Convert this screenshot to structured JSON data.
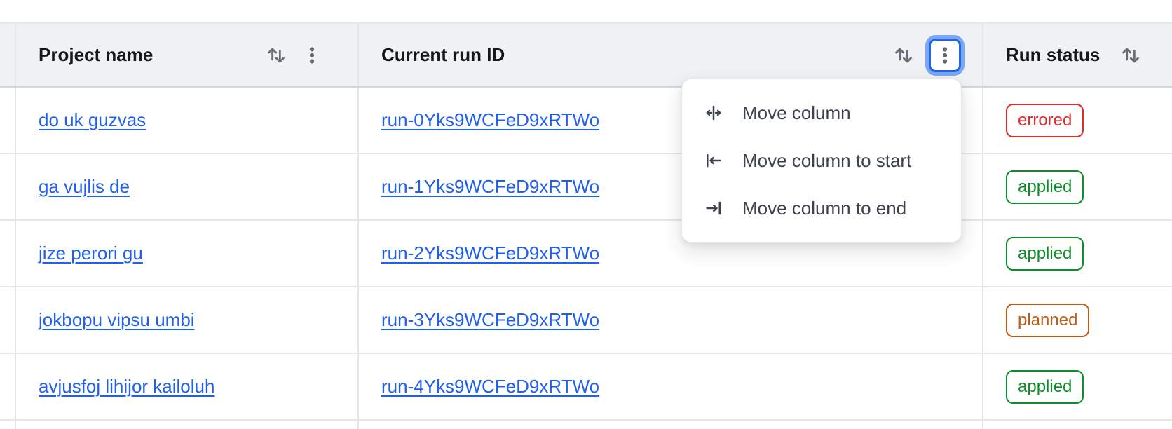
{
  "table": {
    "columns": [
      {
        "label": "Project name",
        "sort_icon": "sort-icon",
        "menu_icon": "kebab-icon"
      },
      {
        "label": "Current run ID",
        "sort_icon": "sort-icon",
        "menu_icon": "kebab-icon",
        "menu_open": true
      },
      {
        "label": "Run status",
        "sort_icon": "sort-icon"
      }
    ],
    "rows": [
      {
        "project": "do uk guzvas",
        "run_id": "run-0Yks9WCFeD9xRTWo",
        "status": "errored"
      },
      {
        "project": "ga vujlis de",
        "run_id": "run-1Yks9WCFeD9xRTWo",
        "status": "applied"
      },
      {
        "project": "jize perori gu",
        "run_id": "run-2Yks9WCFeD9xRTWo",
        "status": "applied"
      },
      {
        "project": "jokbopu vipsu umbi",
        "run_id": "run-3Yks9WCFeD9xRTWo",
        "status": "planned"
      },
      {
        "project": "avjusfoj lihijor kailoluh",
        "run_id": "run-4Yks9WCFeD9xRTWo",
        "status": "applied"
      }
    ]
  },
  "column_menu": {
    "items": [
      {
        "label": "Move column",
        "icon": "move-column-icon"
      },
      {
        "label": "Move column to start",
        "icon": "move-column-to-start-icon"
      },
      {
        "label": "Move column to end",
        "icon": "move-column-to-end-icon"
      }
    ]
  },
  "colors": {
    "link": "#2160ef",
    "focus_border": "#2166e6",
    "focus_ring": "#79a6f7",
    "header_bg": "#f0f1f2",
    "status": {
      "errored": "#e12b2b",
      "applied": "#0c8f28",
      "planned": "#bd5c14"
    }
  }
}
